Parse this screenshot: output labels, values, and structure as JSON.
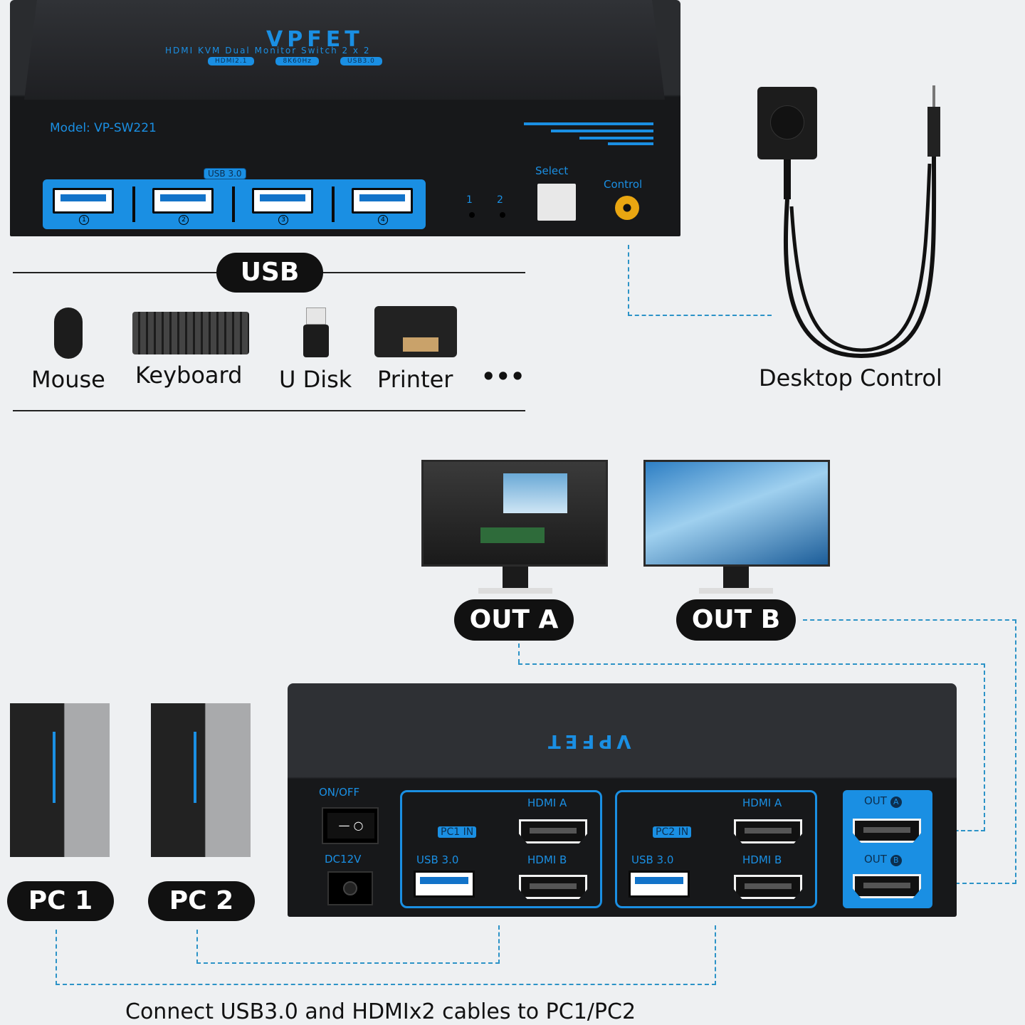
{
  "device_top": {
    "brand": "VPFET",
    "subtitle": "HDMI KVM Dual Monitor Switch 2 x 2",
    "badges": [
      "HDMI2.1",
      "8K60Hz",
      "USB3.0"
    ],
    "model": "Model: VP-SW221",
    "usb_badge": "USB 3.0",
    "usb_ports": [
      "1",
      "2",
      "3",
      "4"
    ],
    "leds": [
      "1",
      "2"
    ],
    "select_label": "Select",
    "control_label": "Control"
  },
  "usb_section": {
    "title": "USB",
    "devices": [
      {
        "icon": "mouse-icon",
        "label": "Mouse"
      },
      {
        "icon": "keyboard-icon",
        "label": "Keyboard"
      },
      {
        "icon": "usb-disk-icon",
        "label": "U Disk"
      },
      {
        "icon": "printer-icon",
        "label": "Printer"
      }
    ],
    "more": "•••"
  },
  "desktop_control": {
    "label": "Desktop Control"
  },
  "outputs": {
    "a": "OUT A",
    "b": "OUT B"
  },
  "pcs": [
    "PC 1",
    "PC 2"
  ],
  "device_bottom": {
    "power_label": "ON/OFF",
    "dc_label": "DC12V",
    "pc1_tag": "PC1 IN",
    "pc2_tag": "PC2 IN",
    "usb_label": "USB 3.0",
    "hdmi_a": "HDMI A",
    "hdmi_b": "HDMI B",
    "out_a": "OUT",
    "out_a_letter": "A",
    "out_b": "OUT",
    "out_b_letter": "B"
  },
  "caption": "Connect USB3.0 and HDMIx2 cables to PC1/PC2",
  "colors": {
    "accent": "#1a8fe3",
    "dash": "#2c93c7",
    "pill": "#111111"
  }
}
